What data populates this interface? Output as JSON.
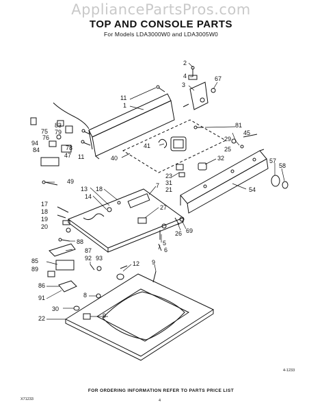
{
  "watermark": "AppliancePartsPros.com",
  "title": "TOP AND CONSOLE PARTS",
  "subtitle": "For Models LDA3000W0 and LDA3005W0",
  "footer": "FOR ORDERING INFORMATION REFER TO PARTS PRICE LIST",
  "figure_code": "4-1233",
  "page_code": "X71233",
  "page_number": "4",
  "callouts": [
    {
      "id": "c2",
      "text": "2"
    },
    {
      "id": "c4",
      "text": "4"
    },
    {
      "id": "c3",
      "text": "3"
    },
    {
      "id": "c67",
      "text": "67"
    },
    {
      "id": "c11a",
      "text": "11"
    },
    {
      "id": "c1",
      "text": "1"
    },
    {
      "id": "c83",
      "text": "83"
    },
    {
      "id": "c75",
      "text": "75"
    },
    {
      "id": "c79",
      "text": "79"
    },
    {
      "id": "c76",
      "text": "76"
    },
    {
      "id": "c94",
      "text": "94"
    },
    {
      "id": "c78",
      "text": "78"
    },
    {
      "id": "c84",
      "text": "84"
    },
    {
      "id": "c47",
      "text": "47"
    },
    {
      "id": "c11b",
      "text": "11"
    },
    {
      "id": "c81",
      "text": "81"
    },
    {
      "id": "c45",
      "text": "45"
    },
    {
      "id": "c29",
      "text": "29"
    },
    {
      "id": "c25",
      "text": "25"
    },
    {
      "id": "c41",
      "text": "41"
    },
    {
      "id": "c40",
      "text": "40"
    },
    {
      "id": "c32",
      "text": "32"
    },
    {
      "id": "c57",
      "text": "57"
    },
    {
      "id": "c58",
      "text": "58"
    },
    {
      "id": "c49",
      "text": "49"
    },
    {
      "id": "c23",
      "text": "23"
    },
    {
      "id": "c31",
      "text": "31"
    },
    {
      "id": "c21",
      "text": "21"
    },
    {
      "id": "c54",
      "text": "54"
    },
    {
      "id": "c7",
      "text": "7"
    },
    {
      "id": "c13",
      "text": "13"
    },
    {
      "id": "c18a",
      "text": "18"
    },
    {
      "id": "c14",
      "text": "14"
    },
    {
      "id": "c17",
      "text": "17"
    },
    {
      "id": "c18b",
      "text": "18"
    },
    {
      "id": "c19",
      "text": "19"
    },
    {
      "id": "c20",
      "text": "20"
    },
    {
      "id": "c27",
      "text": "27"
    },
    {
      "id": "c26",
      "text": "26"
    },
    {
      "id": "c69",
      "text": "69"
    },
    {
      "id": "c5",
      "text": "5"
    },
    {
      "id": "c6",
      "text": "6"
    },
    {
      "id": "c88",
      "text": "88"
    },
    {
      "id": "c87",
      "text": "87"
    },
    {
      "id": "c85",
      "text": "85"
    },
    {
      "id": "c92",
      "text": "92"
    },
    {
      "id": "c93",
      "text": "93"
    },
    {
      "id": "c89",
      "text": "89"
    },
    {
      "id": "c12",
      "text": "12"
    },
    {
      "id": "c9a",
      "text": "9"
    },
    {
      "id": "c86",
      "text": "86"
    },
    {
      "id": "c91",
      "text": "91"
    },
    {
      "id": "c8",
      "text": "8"
    },
    {
      "id": "c30",
      "text": "30"
    },
    {
      "id": "c9b",
      "text": "9"
    },
    {
      "id": "c22",
      "text": "22"
    }
  ]
}
